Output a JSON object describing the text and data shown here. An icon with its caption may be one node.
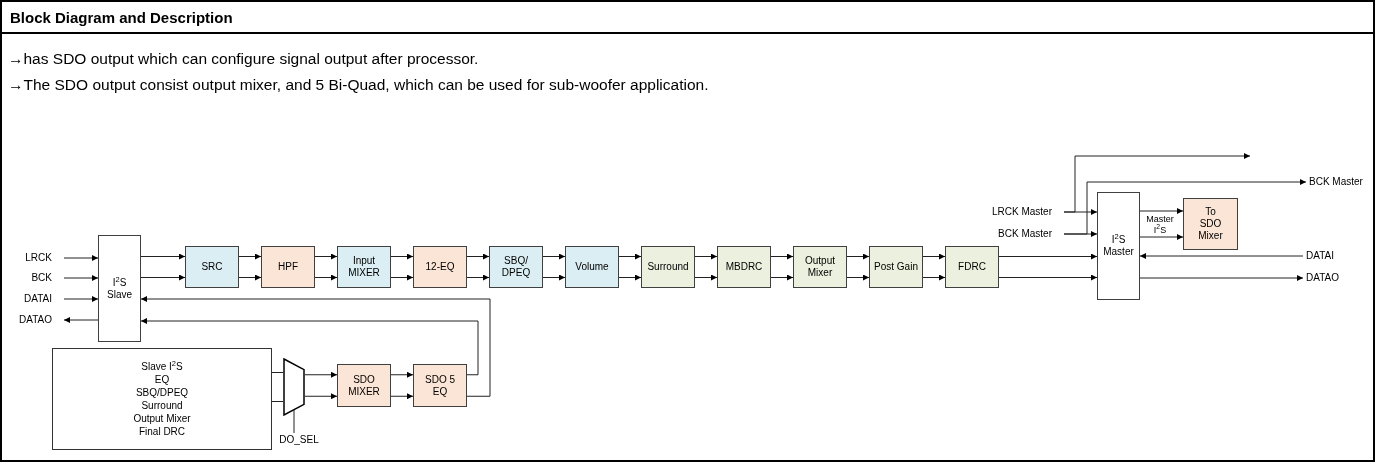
{
  "diagram": {
    "title": "Block Diagram and Description",
    "nodes": [
      {
        "text": [
          "LRCK"
        ]
      },
      {
        "text": [
          "BCK"
        ]
      },
      {
        "text": [
          "DATAI"
        ]
      },
      {
        "text": [
          "DATAO"
        ]
      },
      {
        "text": [
          "I$^{2}$S Slave"
        ]
      },
      {
        "text": [
          "SRC"
        ]
      },
      {
        "text": [
          "HPF"
        ]
      },
      {
        "text": [
          "Input MIXER"
        ]
      },
      {
        "text": [
          "12-EQ"
        ]
      },
      {
        "text": [
          "SBQ/ DPEQ"
        ]
      },
      {
        "text": [
          "Volume"
        ]
      },
      {
        "text": [
          "Surround"
        ]
      },
      {
        "text": [
          "MBDRC"
        ]
      },
      {
        "text": [
          "Output Mixer"
        ]
      },
      {
        "text": [
          "Post Gain"
        ]
      },
      {
        "text": [
          "FDRC"
        ]
      },
      {
        "text": [
          "LRCK Master"
        ]
      },
      {
        "text": [
          "BCK Master"
        ]
      },
      {
        "text": [
          "I$^{2}$S Master"
        ]
      },
      {
        "text": [
          "To SDO Mixer"
        ]
      },
      {
        "text": [
          "BCK Master"
        ]
      },
      {
        "text": [
          "DATAI"
        ]
      },
      {
        "text": [
          "DATAO"
        ]
      },
      {
        "text": [
          "Slave I$^{2}$S",
          "EQ",
          "SBQ/DPEQ",
          "Surround",
          "Output Mixer",
          "Final DRC"
        ]
      },
      {
        "text": [],
        "shape": "trapezoid"
      },
      {
        "text": [
          "DO_SEL"
        ]
      },
      {
        "text": [
          "SDO MIXER"
        ]
      },
      {
        "text": [
          "SDO 5 EQ"
        ]
      }
    ],
    "edges": [
      {
        "from": 0,
        "to": 4,
        "arrow": "to"
      },
      {
        "from": 1,
        "to": 4,
        "arrow": "to"
      },
      {
        "from": 2,
        "to": 4,
        "arrow": "to"
      },
      {
        "from": 4,
        "to": 3,
        "arrow": "to"
      },
      {
        "from": 4,
        "to": 5,
        "arrow": "to"
      },
      {
        "from": 4,
        "to": 5,
        "arrow": "to"
      },
      {
        "from": 5,
        "to": 6,
        "arrow": "to"
      },
      {
        "from": 5,
        "to": 6,
        "arrow": "to"
      },
      {
        "from": 6,
        "to": 7,
        "arrow": "to"
      },
      {
        "from": 6,
        "to": 7,
        "arrow": "to"
      },
      {
        "from": 7,
        "to": 8,
        "arrow": "to"
      },
      {
        "from": 7,
        "to": 8,
        "arrow": "to"
      },
      {
        "from": 8,
        "to": 9,
        "arrow": "to"
      },
      {
        "from": 8,
        "to": 9,
        "arrow": "to"
      },
      {
        "from": 9,
        "to": 10,
        "arrow": "to"
      },
      {
        "from": 9,
        "to": 10,
        "arrow": "to"
      },
      {
        "from": 10,
        "to": 11,
        "arrow": "to"
      },
      {
        "from": 10,
        "to": 11,
        "arrow": "to"
      },
      {
        "from": 11,
        "to": 12,
        "arrow": "to"
      },
      {
        "from": 11,
        "to": 12,
        "arrow": "to"
      },
      {
        "from": 12,
        "to": 13,
        "arrow": "to"
      },
      {
        "from": 12,
        "to": 13,
        "arrow": "to"
      },
      {
        "from": 13,
        "to": 14,
        "arrow": "to"
      },
      {
        "from": 13,
        "to": 14,
        "arrow": "to"
      },
      {
        "from": 14,
        "to": 15,
        "arrow": "to"
      },
      {
        "from": 14,
        "to": 15,
        "arrow": "to"
      },
      {
        "from": 15,
        "to": 18,
        "arrow": "to"
      },
      {
        "from": 15,
        "to": 18,
        "arrow": "to"
      },
      {
        "from": 16,
        "to": 18,
        "arrow": "to"
      },
      {
        "from": 17,
        "to": 18,
        "arrow": "to"
      },
      {
        "from": 16,
        "to": null,
        "arrow": "to"
      },
      {
        "from": 17,
        "to": 20,
        "arrow": "to"
      },
      {
        "from": 18,
        "to": 19,
        "arrow": "to"
      },
      {
        "from": 18,
        "to": 19,
        "arrow": "to"
      },
      {
        "from": 21,
        "to": 18,
        "arrow": "to"
      },
      {
        "from": 18,
        "to": 22,
        "arrow": "to"
      },
      {
        "from": 23,
        "to": 24,
        "arrow": "none"
      },
      {
        "from": 23,
        "to": 24,
        "arrow": "none"
      },
      {
        "from": 25,
        "to": 24,
        "arrow": "none"
      },
      {
        "from": 24,
        "to": 26,
        "arrow": "to"
      },
      {
        "from": 24,
        "to": 26,
        "arrow": "to"
      },
      {
        "from": 26,
        "to": 27,
        "arrow": "to"
      },
      {
        "from": 26,
        "to": 27,
        "arrow": "to"
      },
      {
        "from": 27,
        "to": 4,
        "arrow": "to"
      },
      {
        "from": 27,
        "to": 4,
        "arrow": "to"
      }
    ],
    "labels": [
      "→has SDO output which can configure signal output after processor.",
      "→The SDO output consist output mixer, and 5 Bi-Quad, which can be used for sub-woofer application.",
      "Master I$^{2}$S"
    ]
  }
}
